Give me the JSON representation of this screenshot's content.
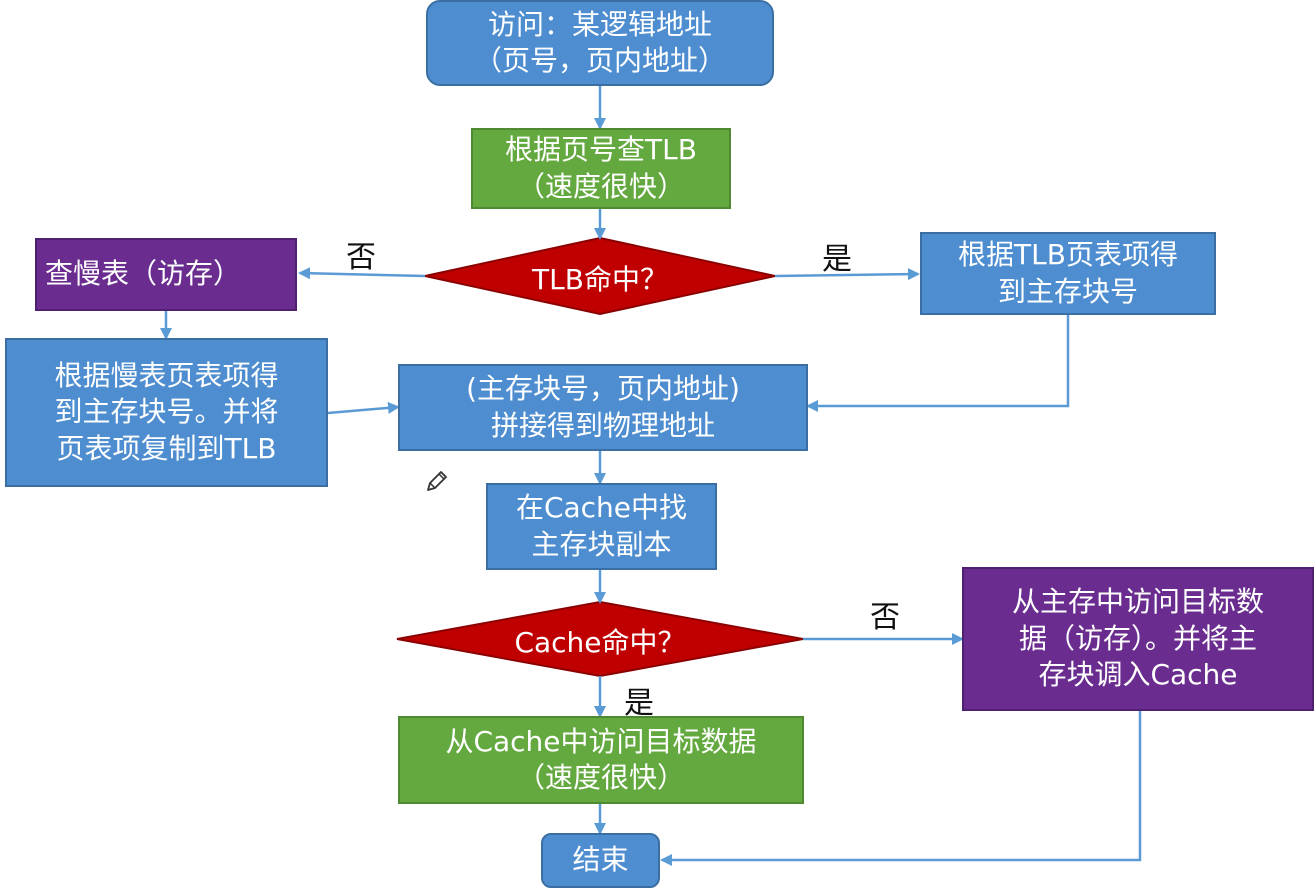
{
  "nodes": {
    "access": [
      "访问：某逻辑地址",
      "（页号，页内地址）"
    ],
    "lookup_tlb": [
      "根据页号查TLB",
      "（速度很快）"
    ],
    "tlb_hit": "TLB命中？",
    "slow_table": [
      "查慢表（访存）"
    ],
    "tlb_entry": [
      "根据TLB页表项得",
      "到主存块号"
    ],
    "slow_entry": [
      "根据慢表页表项得",
      "到主存块号。并将",
      "页表项复制到TLB"
    ],
    "concat": [
      "(主存块号，页内地址)",
      "拼接得到物理地址"
    ],
    "find_cache": [
      "在Cache中找",
      "主存块副本"
    ],
    "cache_hit": "Cache命中？",
    "mem_access": [
      "从主存中访问目标数",
      "据（访存）。并将主",
      "存块调入Cache"
    ],
    "cache_access": [
      "从Cache中访问目标数据",
      "（速度很快）"
    ],
    "end": [
      "结束"
    ]
  },
  "labels": {
    "tlb_no": "否",
    "tlb_yes": "是",
    "cache_no": "否",
    "cache_yes": "是"
  },
  "colors": {
    "blue": "#4e8ed0",
    "green": "#63a93f",
    "purple": "#6a2d8f",
    "diamond": "#c00000",
    "arrow": "#5b9bd5"
  },
  "icons": {
    "pencil": "pencil-icon"
  }
}
